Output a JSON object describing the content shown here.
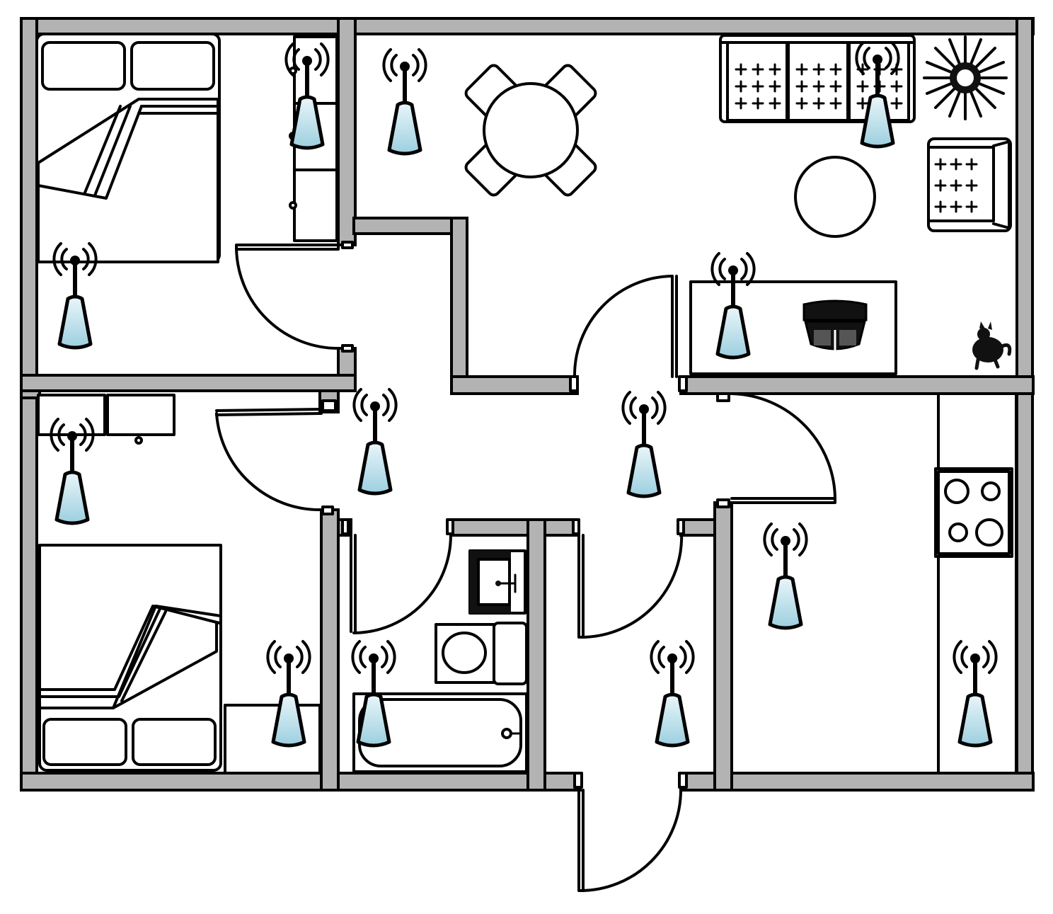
{
  "colors": {
    "wall_fill": "#b3b3b3",
    "outline": "#000000",
    "floor": "#ffffff",
    "access_point_top": "#eaf6fa",
    "access_point_bottom": "#9ccfdf"
  },
  "icons": {
    "access_point": "wifi-access-point-icon",
    "door": "door-swing-icon",
    "plant": "potted-plant-icon",
    "cat": "cat-icon"
  },
  "access_points": [
    {
      "room": "bedroom-1"
    },
    {
      "room": "bedroom-1-closet"
    },
    {
      "room": "living-room"
    },
    {
      "room": "living-room"
    },
    {
      "room": "living-room"
    },
    {
      "room": "bedroom-2"
    },
    {
      "room": "bedroom-2"
    },
    {
      "room": "hallway"
    },
    {
      "room": "hallway"
    },
    {
      "room": "bathroom"
    },
    {
      "room": "entry"
    },
    {
      "room": "kitchen"
    },
    {
      "room": "kitchen"
    }
  ]
}
